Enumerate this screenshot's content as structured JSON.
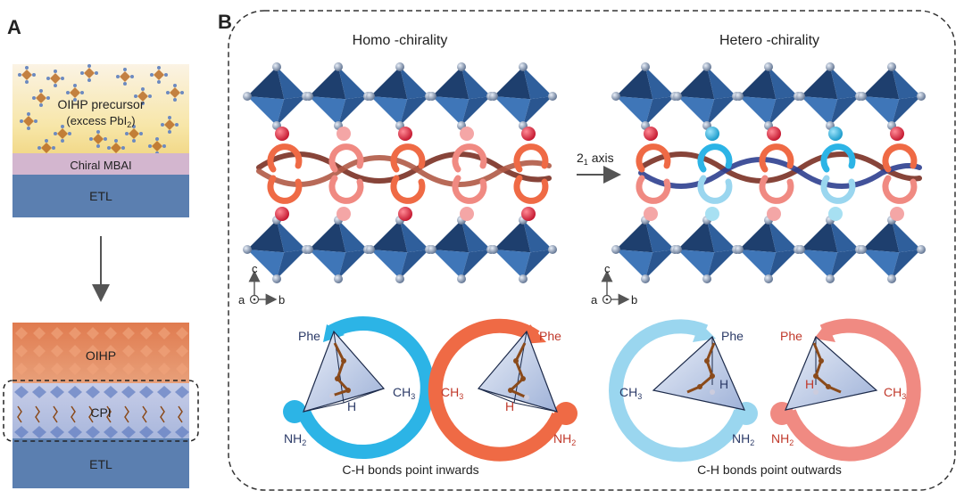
{
  "panel_a": {
    "letter": "A",
    "top_stack": {
      "precursor_line1": "OIHP precursor",
      "precursor_line2_pre": "(excess PbI",
      "precursor_line2_sub": "2",
      "precursor_line2_post": ")",
      "interlayer": "Chiral MBAI",
      "substrate": "ETL"
    },
    "bottom_stack": {
      "perovskite": "OIHP",
      "chiral_layer": "CPI",
      "substrate": "ETL"
    }
  },
  "panel_b": {
    "letter": "B",
    "homo_title": "Homo -chirality",
    "hetero_title": "Hetero -chirality",
    "axis_label_main": "2",
    "axis_label_sub": "1",
    "axis_label_rest": " axis",
    "axes": {
      "c": "c",
      "a": "a",
      "b": "b"
    },
    "molecules": {
      "phe": "Phe",
      "ch": "CH",
      "ch_sub": "3",
      "nh": "NH",
      "nh_sub": "2",
      "h": "H"
    },
    "caption_inwards": "C-H bonds point inwards",
    "caption_outwards": "C-H bonds point outwards"
  },
  "colors": {
    "octahedron": "#2f5f9c",
    "octahedron_dark": "#1e3f6e",
    "red_ion": "#d9223c",
    "orange_arrow": "#ef6a45",
    "cyan_arrow": "#2cb4e6",
    "light_cyan": "#9ad6ef",
    "pink": "#f08a82",
    "helix_brown": "#7a3024",
    "helix_blue": "#2d3f8f",
    "etl": "#5b7fb0",
    "label_navy": "#2b3a67",
    "label_red": "#c0392b"
  }
}
